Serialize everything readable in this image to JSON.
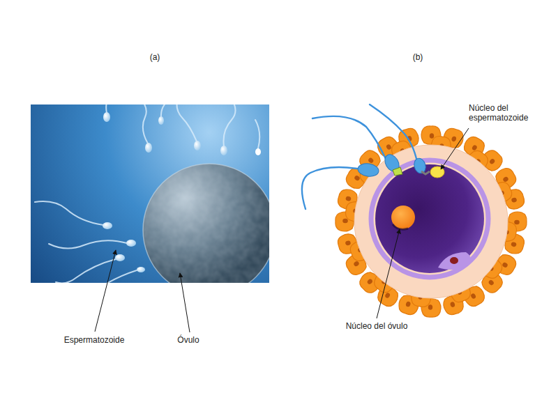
{
  "diagram": {
    "labels": [
      "(a)",
      "(b)",
      "Espermatozoide",
      "Óvulo",
      "Núcleo del espermatozoide",
      "Núcleo del óvulo"
    ]
  }
}
